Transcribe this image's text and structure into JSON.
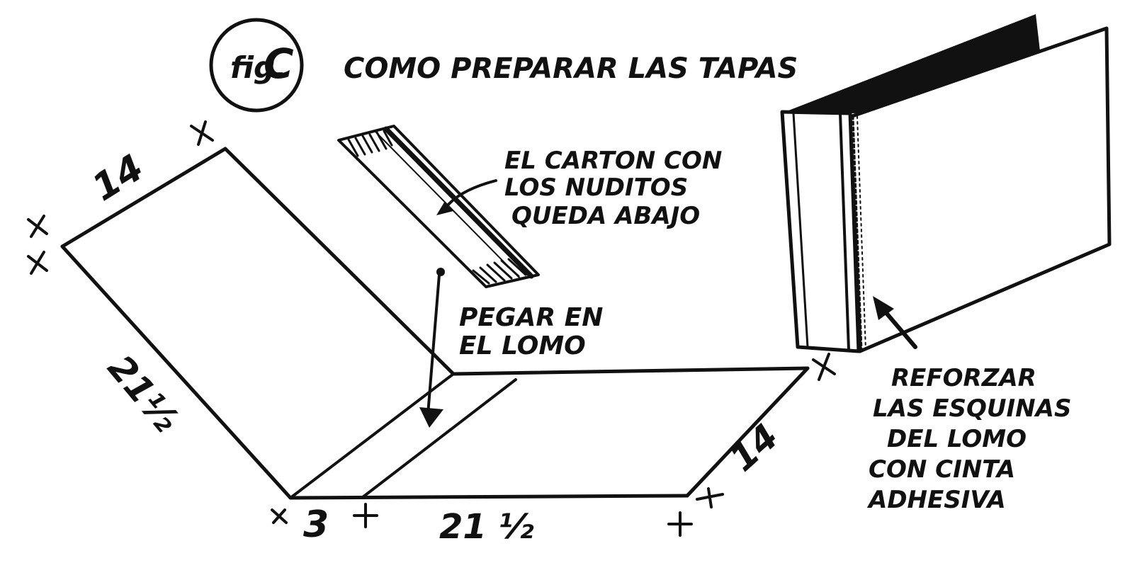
{
  "figure": {
    "badge": {
      "fig": "fig.",
      "letter": "C"
    },
    "title": "COMO PREPARAR LAS TAPAS"
  },
  "annotations": {
    "carton_note": [
      "EL CARTON CON",
      "LOS NUDITOS",
      "QUEDA ABAJO"
    ],
    "glue_note": [
      "PEGAR EN",
      "EL LOMO"
    ],
    "reinforce_note": [
      "REFORZAR",
      "LAS ESQUINAS",
      "DEL LOMO",
      "CON CINTA",
      "ADHESIVA"
    ]
  },
  "dimensions": {
    "left_top_edge": "14",
    "left_side_edge": "21½",
    "spine_width": "3",
    "bottom_edge": "21 ½",
    "right_edge": "14"
  },
  "colors": {
    "ink": "#111111",
    "paper": "#ffffff"
  }
}
